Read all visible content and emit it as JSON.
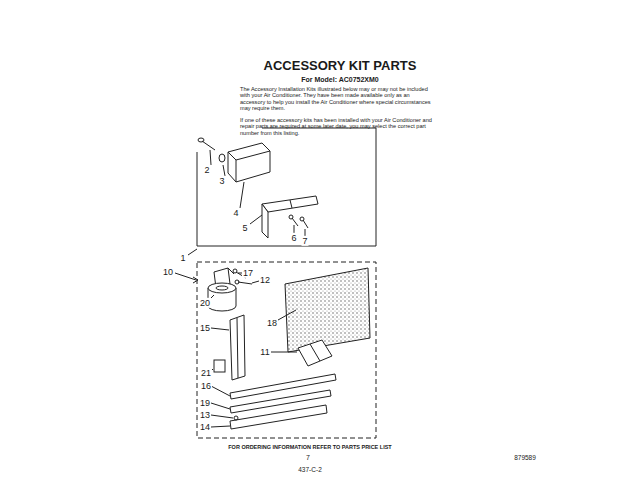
{
  "diagram": {
    "title": "ACCESSORY KIT PARTS",
    "labels": [
      "For Model: AC0752XM0",
      "The Accessory Installation Kits illustrated below may or may not be included with your Air Conditioner. They have been made available only as an accessory to help you install the Air Conditioner where special circumstances may require them.",
      "If one of these accessory kits has been installed with your Air Conditioner and repair parts are required at some later date, you may select the correct part number from this listing.",
      "2",
      "3",
      "4",
      "5",
      "6",
      "7",
      "1",
      "10",
      "17",
      "12",
      "20",
      "18",
      "15",
      "11",
      "21",
      "16",
      "19",
      "13",
      "14",
      "FOR ORDERING INFORMATION REFER TO PARTS PRICE LIST",
      "7",
      "879589",
      "437-C-2"
    ]
  }
}
